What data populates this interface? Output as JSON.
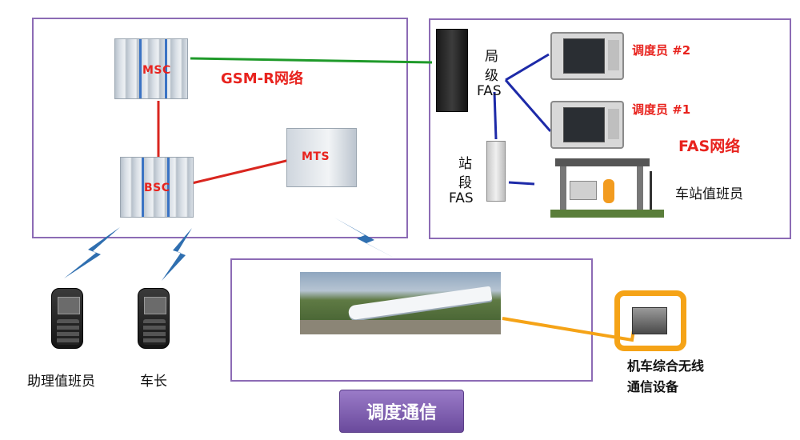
{
  "left_network": {
    "msc_label": "MSC",
    "bsc_label": "BSC",
    "mts_label": "MTS",
    "gsmr_label": "GSM-R网络"
  },
  "fas_network": {
    "bureau_fas": [
      "局",
      "级",
      "FAS"
    ],
    "station_fas": [
      "站",
      "段",
      "FAS"
    ],
    "dispatcher_2": "调度员 #2",
    "dispatcher_1": "调度员 #1",
    "fas_label": "FAS网络",
    "station_duty": "车站值班员"
  },
  "mobile": {
    "assistant_duty": "助理值班员",
    "conductor": "车长"
  },
  "train": {
    "device_label_line1": "机车综合无线",
    "device_label_line2": "通信设备"
  },
  "footer": {
    "title": "调度通信"
  },
  "colors": {
    "panel_border": "#8c6bb5",
    "gsm_link": "#1f9a2a",
    "bsc_links": "#d9261f",
    "fas_links": "#1d2aa8",
    "bolt": "#2f6fb0",
    "device_highlight": "#f5a317",
    "caption_bg": "#7a58ab"
  }
}
